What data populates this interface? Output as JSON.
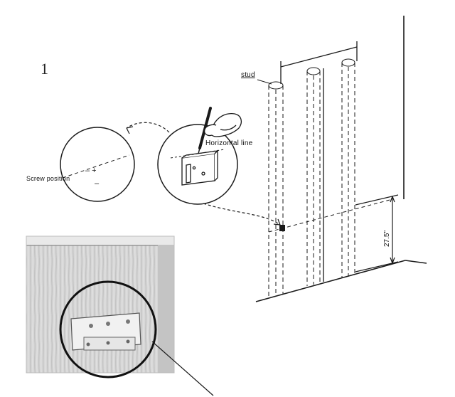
{
  "step_number": "1",
  "labels": {
    "stud": "stud",
    "horizontal_line": "Horizontal line",
    "screw_position": "Screw position",
    "height_dimension": "27.5\""
  },
  "icons": [
    "pencil-in-hand-icon",
    "bracket-icon",
    "curved-arrow-icon"
  ],
  "colors": {
    "line": "#1a1a1a",
    "photo_bg": "#cfcfcf"
  }
}
